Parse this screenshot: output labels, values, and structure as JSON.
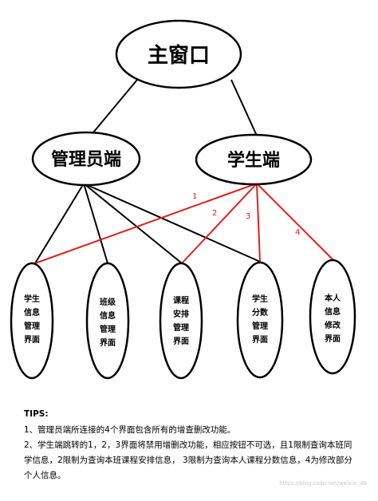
{
  "diagram": {
    "root": {
      "label": "主窗口"
    },
    "admin": {
      "label": "管理员端"
    },
    "student": {
      "label": "学生端"
    },
    "leaves": [
      {
        "lines": [
          "学生",
          "信息",
          "管理",
          "界面"
        ]
      },
      {
        "lines": [
          "班级",
          "信息",
          "管理",
          "界面"
        ]
      },
      {
        "lines": [
          "课程",
          "安排",
          "管理",
          "界面"
        ]
      },
      {
        "lines": [
          "学生",
          "分数",
          "管理",
          "界面"
        ]
      },
      {
        "lines": [
          "本人",
          "信息",
          "修改",
          "界面"
        ]
      }
    ],
    "red_edge_labels": [
      "1",
      "2",
      "3",
      "4"
    ],
    "colors": {
      "black_edge": "#000000",
      "red_edge": "#e0201c"
    }
  },
  "tips": {
    "title": "TIPS:",
    "lines": [
      "1、管理员端所连接的4个界面包含所有的增查删改功能。",
      "2、学生端跳转的1，2，3界面将禁用增删改功能，相应按钮不可选，且1限制查询本班同学信息，2限制为查询本班课程安排信息， 3限制为查询本人课程分数信息，4为修改部分个人信息。"
    ]
  },
  "watermark": "https://blog.csdn.net/weixin_46"
}
